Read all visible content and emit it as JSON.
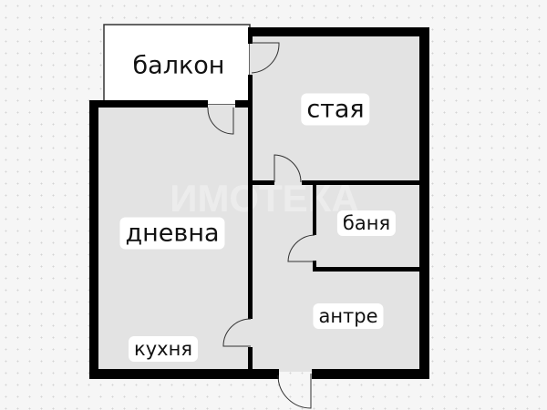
{
  "plan": {
    "rooms": {
      "balcony": "балкон",
      "bedroom": "стая",
      "living": "дневна",
      "bathroom": "баня",
      "hallway": "антре",
      "kitchen": "кухня"
    },
    "watermark": "ИМОТЕКА",
    "colors": {
      "wall": "#000000",
      "floor": "#e3e3e3",
      "balcony": "#ffffff"
    }
  }
}
